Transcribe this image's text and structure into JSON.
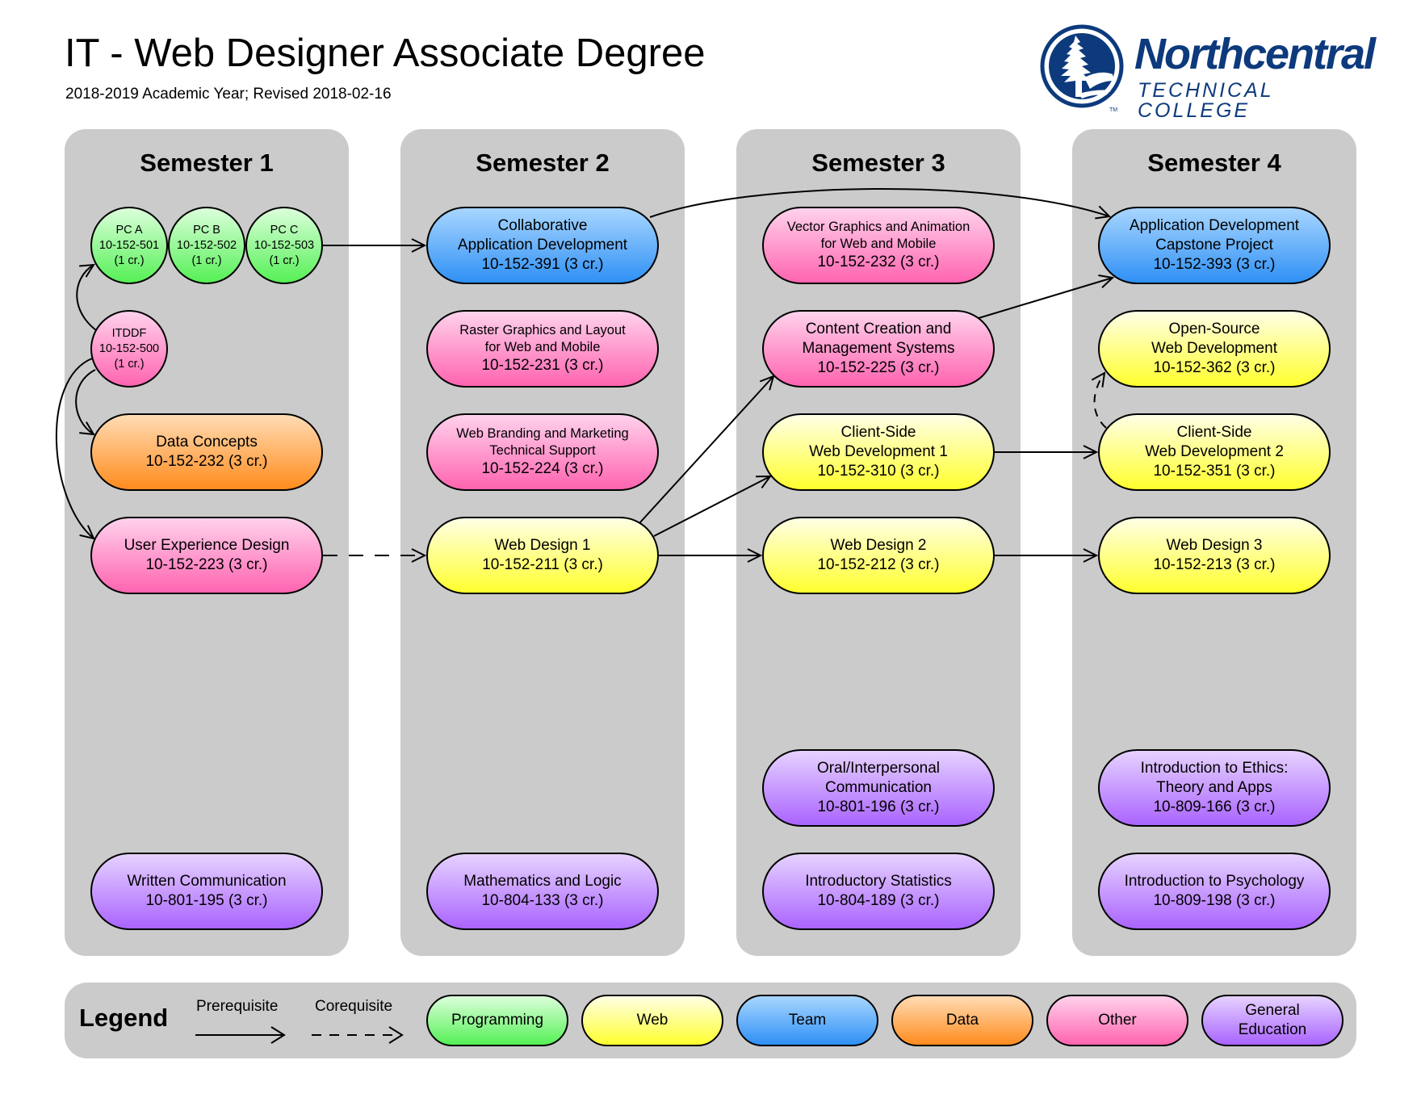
{
  "header": {
    "title": "IT - Web Designer Associate Degree",
    "subtitle": "2018-2019 Academic Year; Revised 2018-02-16"
  },
  "logo": {
    "name_line1": "Northcentral",
    "name_line2": "TECHNICAL COLLEGE",
    "trademark": "TM",
    "color": "#0d3a7d"
  },
  "semesters": [
    {
      "title": "Semester 1",
      "courses": [
        {
          "id": "pca",
          "shape": "circle",
          "category": "programming",
          "name": "PC A",
          "code": "10-152-501",
          "credits": "(1 cr.)"
        },
        {
          "id": "pcb",
          "shape": "circle",
          "category": "programming",
          "name": "PC B",
          "code": "10-152-502",
          "credits": "(1 cr.)"
        },
        {
          "id": "pcc",
          "shape": "circle",
          "category": "programming",
          "name": "PC C",
          "code": "10-152-503",
          "credits": "(1 cr.)"
        },
        {
          "id": "itddf",
          "shape": "circle",
          "category": "other",
          "name": "ITDDF",
          "code": "10-152-500",
          "credits": "(1 cr.)"
        },
        {
          "id": "data-concepts",
          "shape": "pill",
          "category": "data",
          "name": "Data Concepts",
          "code_credits": "10-152-232 (3 cr.)"
        },
        {
          "id": "ux-design",
          "shape": "pill",
          "category": "other",
          "name": "User Experience Design",
          "code_credits": "10-152-223 (3 cr.)"
        },
        {
          "id": "written-comm",
          "shape": "pill",
          "category": "gened",
          "name": "Written Communication",
          "code_credits": "10-801-195 (3 cr.)"
        }
      ]
    },
    {
      "title": "Semester 2",
      "courses": [
        {
          "id": "collab-app-dev",
          "shape": "pill",
          "category": "team",
          "name_line1": "Collaborative",
          "name_line2": "Application Development",
          "code_credits": "10-152-391 (3 cr.)"
        },
        {
          "id": "raster-graphics",
          "shape": "pill",
          "category": "other",
          "name_line1": "Raster Graphics and Layout",
          "name_line2": "for Web and Mobile",
          "code_credits": "10-152-231 (3 cr.)"
        },
        {
          "id": "web-branding",
          "shape": "pill",
          "category": "other",
          "name_line1": "Web Branding and Marketing",
          "name_line2": "Technical Support",
          "code_credits": "10-152-224 (3 cr.)"
        },
        {
          "id": "web-design-1",
          "shape": "pill",
          "category": "web",
          "name": "Web Design 1",
          "code_credits": "10-152-211 (3 cr.)"
        },
        {
          "id": "math-logic",
          "shape": "pill",
          "category": "gened",
          "name": "Mathematics and Logic",
          "code_credits": "10-804-133 (3 cr.)"
        }
      ]
    },
    {
      "title": "Semester 3",
      "courses": [
        {
          "id": "vector-graphics",
          "shape": "pill",
          "category": "other",
          "name_line1": "Vector Graphics and Animation",
          "name_line2": "for Web and Mobile",
          "code_credits": "10-152-232 (3 cr.)"
        },
        {
          "id": "content-creation",
          "shape": "pill",
          "category": "other",
          "name_line1": "Content Creation and",
          "name_line2": "Management Systems",
          "code_credits": "10-152-225 (3 cr.)"
        },
        {
          "id": "client-side-1",
          "shape": "pill",
          "category": "web",
          "name_line1": "Client-Side",
          "name_line2": "Web Development 1",
          "code_credits": "10-152-310 (3 cr.)"
        },
        {
          "id": "web-design-2",
          "shape": "pill",
          "category": "web",
          "name": "Web Design 2",
          "code_credits": "10-152-212 (3 cr.)"
        },
        {
          "id": "oral-comm",
          "shape": "pill",
          "category": "gened",
          "name_line1": "Oral/Interpersonal",
          "name_line2": "Communication",
          "code_credits": "10-801-196 (3 cr.)"
        },
        {
          "id": "intro-stats",
          "shape": "pill",
          "category": "gened",
          "name": "Introductory Statistics",
          "code_credits": "10-804-189 (3 cr.)"
        }
      ]
    },
    {
      "title": "Semester 4",
      "courses": [
        {
          "id": "capstone",
          "shape": "pill",
          "category": "team",
          "name_line1": "Application Development",
          "name_line2": "Capstone Project",
          "code_credits": "10-152-393 (3 cr.)"
        },
        {
          "id": "open-source",
          "shape": "pill",
          "category": "web",
          "name_line1": "Open-Source",
          "name_line2": "Web Development",
          "code_credits": "10-152-362 (3 cr.)"
        },
        {
          "id": "client-side-2",
          "shape": "pill",
          "category": "web",
          "name_line1": "Client-Side",
          "name_line2": "Web Development 2",
          "code_credits": "10-152-351 (3 cr.)"
        },
        {
          "id": "web-design-3",
          "shape": "pill",
          "category": "web",
          "name": "Web Design 3",
          "code_credits": "10-152-213 (3 cr.)"
        },
        {
          "id": "ethics",
          "shape": "pill",
          "category": "gened",
          "name_line1": "Introduction to Ethics:",
          "name_line2": "Theory and Apps",
          "code_credits": "10-809-166 (3 cr.)"
        },
        {
          "id": "psychology",
          "shape": "pill",
          "category": "gened",
          "name": "Introduction to Psychology",
          "code_credits": "10-809-198 (3 cr.)"
        }
      ]
    }
  ],
  "relationships": [
    {
      "from": "itddf",
      "to": "pca",
      "type": "prerequisite"
    },
    {
      "from": "itddf",
      "to": "data-concepts",
      "type": "prerequisite"
    },
    {
      "from": "itddf",
      "to": "ux-design",
      "type": "prerequisite"
    },
    {
      "from": "pcc",
      "to": "collab-app-dev",
      "type": "prerequisite"
    },
    {
      "from": "ux-design",
      "to": "web-design-1",
      "type": "corequisite"
    },
    {
      "from": "collab-app-dev",
      "to": "capstone",
      "type": "prerequisite"
    },
    {
      "from": "web-design-1",
      "to": "content-creation",
      "type": "prerequisite"
    },
    {
      "from": "web-design-1",
      "to": "client-side-1",
      "type": "prerequisite"
    },
    {
      "from": "web-design-1",
      "to": "web-design-2",
      "type": "prerequisite"
    },
    {
      "from": "content-creation",
      "to": "capstone",
      "type": "prerequisite"
    },
    {
      "from": "client-side-1",
      "to": "client-side-2",
      "type": "prerequisite"
    },
    {
      "from": "client-side-2",
      "to": "open-source",
      "type": "corequisite"
    },
    {
      "from": "web-design-2",
      "to": "web-design-3",
      "type": "prerequisite"
    }
  ],
  "legend": {
    "title": "Legend",
    "prerequisite_label": "Prerequisite",
    "corequisite_label": "Corequisite",
    "categories": [
      {
        "key": "programming",
        "label": "Programming",
        "gradient": [
          "#dcffdc",
          "#55f055"
        ]
      },
      {
        "key": "web",
        "label": "Web",
        "gradient": [
          "#ffffe6",
          "#ffff2e"
        ]
      },
      {
        "key": "team",
        "label": "Team",
        "gradient": [
          "#a8d6ff",
          "#2f90f5"
        ]
      },
      {
        "key": "data",
        "label": "Data",
        "gradient": [
          "#ffdcb4",
          "#ff8c1e"
        ]
      },
      {
        "key": "other",
        "label": "Other",
        "gradient": [
          "#ffd2ec",
          "#ff64b0"
        ]
      },
      {
        "key": "gened",
        "label_line1": "General",
        "label_line2": "Education",
        "gradient": [
          "#e6d2ff",
          "#aa64ff"
        ]
      }
    ]
  },
  "colors": {
    "panel_background": "#cbcbcb",
    "outline": "#000000"
  }
}
